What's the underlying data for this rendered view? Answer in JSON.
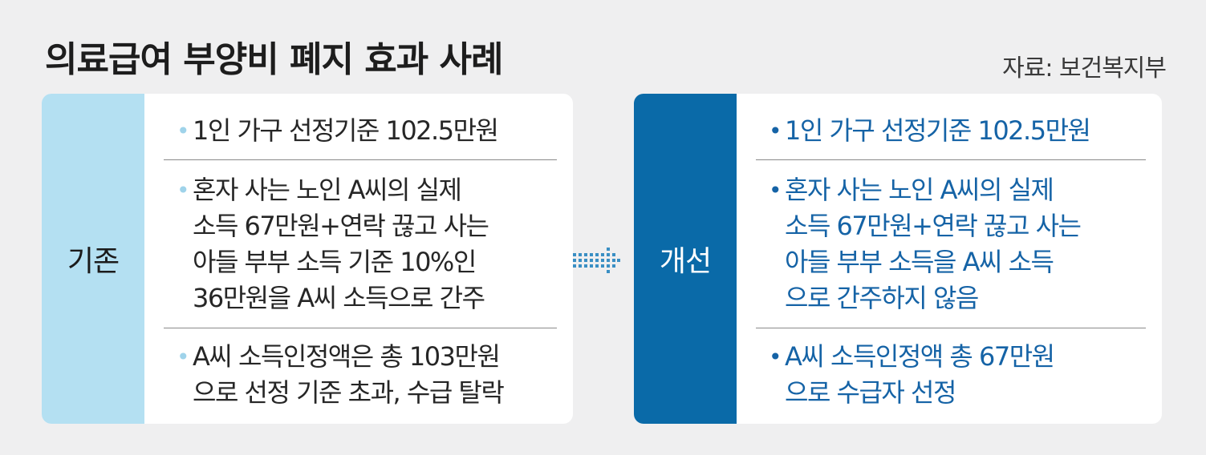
{
  "title": "의료급여 부양비 폐지 효과 사례",
  "source": "자료: 보건복지부",
  "before": {
    "label": "기존",
    "items": [
      "1인 가구 선정기준 102.5만원",
      "혼자 사는 노인 A씨의 실제\n소득 67만원+연락 끊고 사는\n아들 부부 소득 기준 10%인\n36만원을 A씨 소득으로 간주",
      "A씨 소득인정액은 총 103만원\n으로 선정 기준 초과, 수급 탈락"
    ]
  },
  "after": {
    "label": "개선",
    "items": [
      "1인 가구 선정기준 102.5만원",
      "혼자 사는 노인 A씨의 실제\n소득 67만원+연락 끊고 사는\n아들 부부 소득을 A씨 소득\n으로 간주하지 않음",
      "A씨 소득인정액 총 67만원\n으로 수급자 선정"
    ]
  },
  "colors": {
    "before_label_bg": "#b4e0f2",
    "after_label_bg": "#0a6aa8",
    "after_text": "#1563a6",
    "arrow": "#3a8fc4"
  },
  "icons": {
    "arrow": "dotted-right-arrow-icon"
  }
}
